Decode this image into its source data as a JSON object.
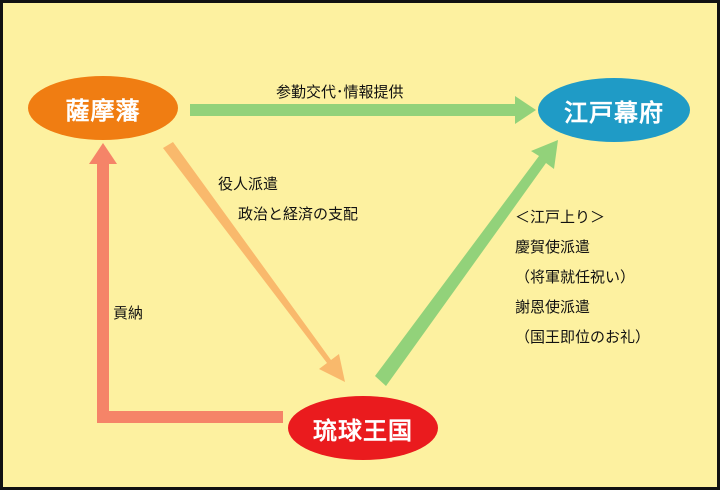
{
  "nodes": {
    "satsuma": "薩摩藩",
    "edo": "江戸幕府",
    "ryukyu": "琉球王国"
  },
  "edges": {
    "satsuma_to_edo": "参勤交代･情報提供",
    "satsuma_to_ryukyu": [
      "役人派遣",
      "政治と経済の支配"
    ],
    "ryukyu_to_satsuma": "貢納",
    "ryukyu_to_edo": [
      "＜江戸上り＞",
      "慶賀使派遣",
      "（将軍就任祝い）",
      "謝恩使派遣",
      "（国王即位のお礼）"
    ]
  },
  "colors": {
    "background": "#fdf1a0",
    "border": "#111111",
    "satsuma": "#f07d12",
    "edo": "#1f9bc6",
    "ryukyu": "#ea1b1e",
    "arrow_green": "#92d27a",
    "arrow_orange": "#f9b96c",
    "arrow_red": "#f58468"
  }
}
